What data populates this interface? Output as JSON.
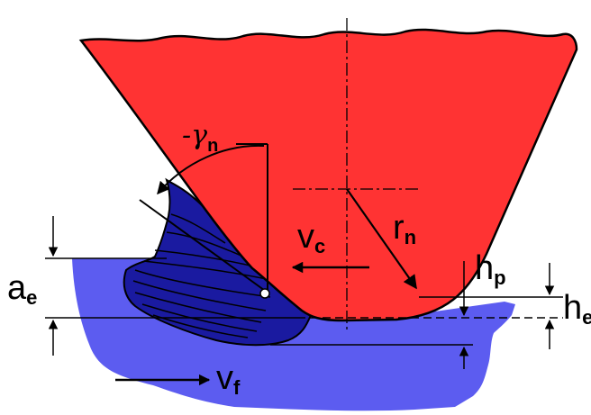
{
  "labels": {
    "gamma_prefix": "-γ",
    "gamma_sub": "n",
    "vc_main": "v",
    "vc_sub": "c",
    "rn_main": "r",
    "rn_sub": "n",
    "ae_main": "a",
    "ae_sub": "e",
    "hp_main": "h",
    "hp_sub": "p",
    "he_main": "h",
    "he_sub": "e",
    "vf_main": "v",
    "vf_sub": "f"
  },
  "colors": {
    "tool": "#ff3333",
    "workpiece": "#5c5cf0",
    "chip": "#1a1aa0",
    "line": "#000000"
  }
}
